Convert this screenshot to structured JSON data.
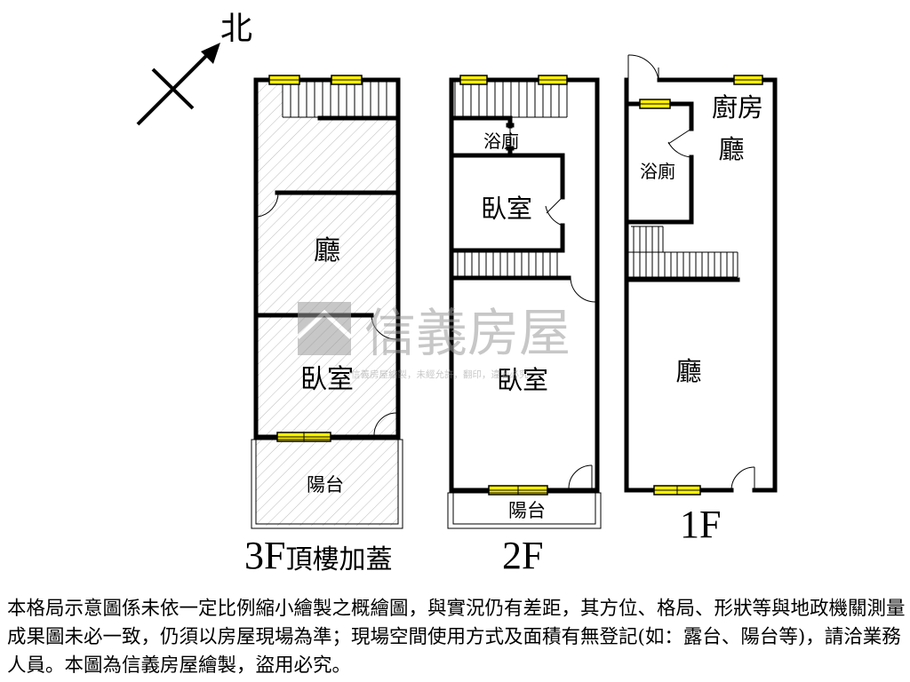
{
  "compass": {
    "north_label": "北"
  },
  "floors": [
    {
      "id": "3f",
      "label": "3F",
      "label_suffix": "頂樓加蓋",
      "rooms": {
        "living": "廳",
        "bedroom": "臥室",
        "balcony": "陽台"
      }
    },
    {
      "id": "2f",
      "label": "2F",
      "label_suffix": "",
      "rooms": {
        "bath": "浴廁",
        "bedroom_upper": "臥室",
        "bedroom_lower": "臥室",
        "balcony": "陽台"
      }
    },
    {
      "id": "1f",
      "label": "1F",
      "label_suffix": "",
      "rooms": {
        "kitchen": "廚房",
        "hall_upper": "廳",
        "bath": "浴廁",
        "hall_lower": "廳"
      }
    }
  ],
  "watermark": {
    "brand": "信義房屋",
    "notice": "信義房屋繪製，未經允許，翻印，違者必究"
  },
  "disclaimer": "本格局示意圖係未依一定比例縮小繪製之概繪圖，與實況仍有差距，其方位、格局、形狀等與地政機關測量成果圖未必一致，仍須以房屋現場為準；現場空間使用方式及面積有無登記(如：露台、陽台等)，請洽業務人員。本圖為信義房屋繪製，盜用必究。"
}
